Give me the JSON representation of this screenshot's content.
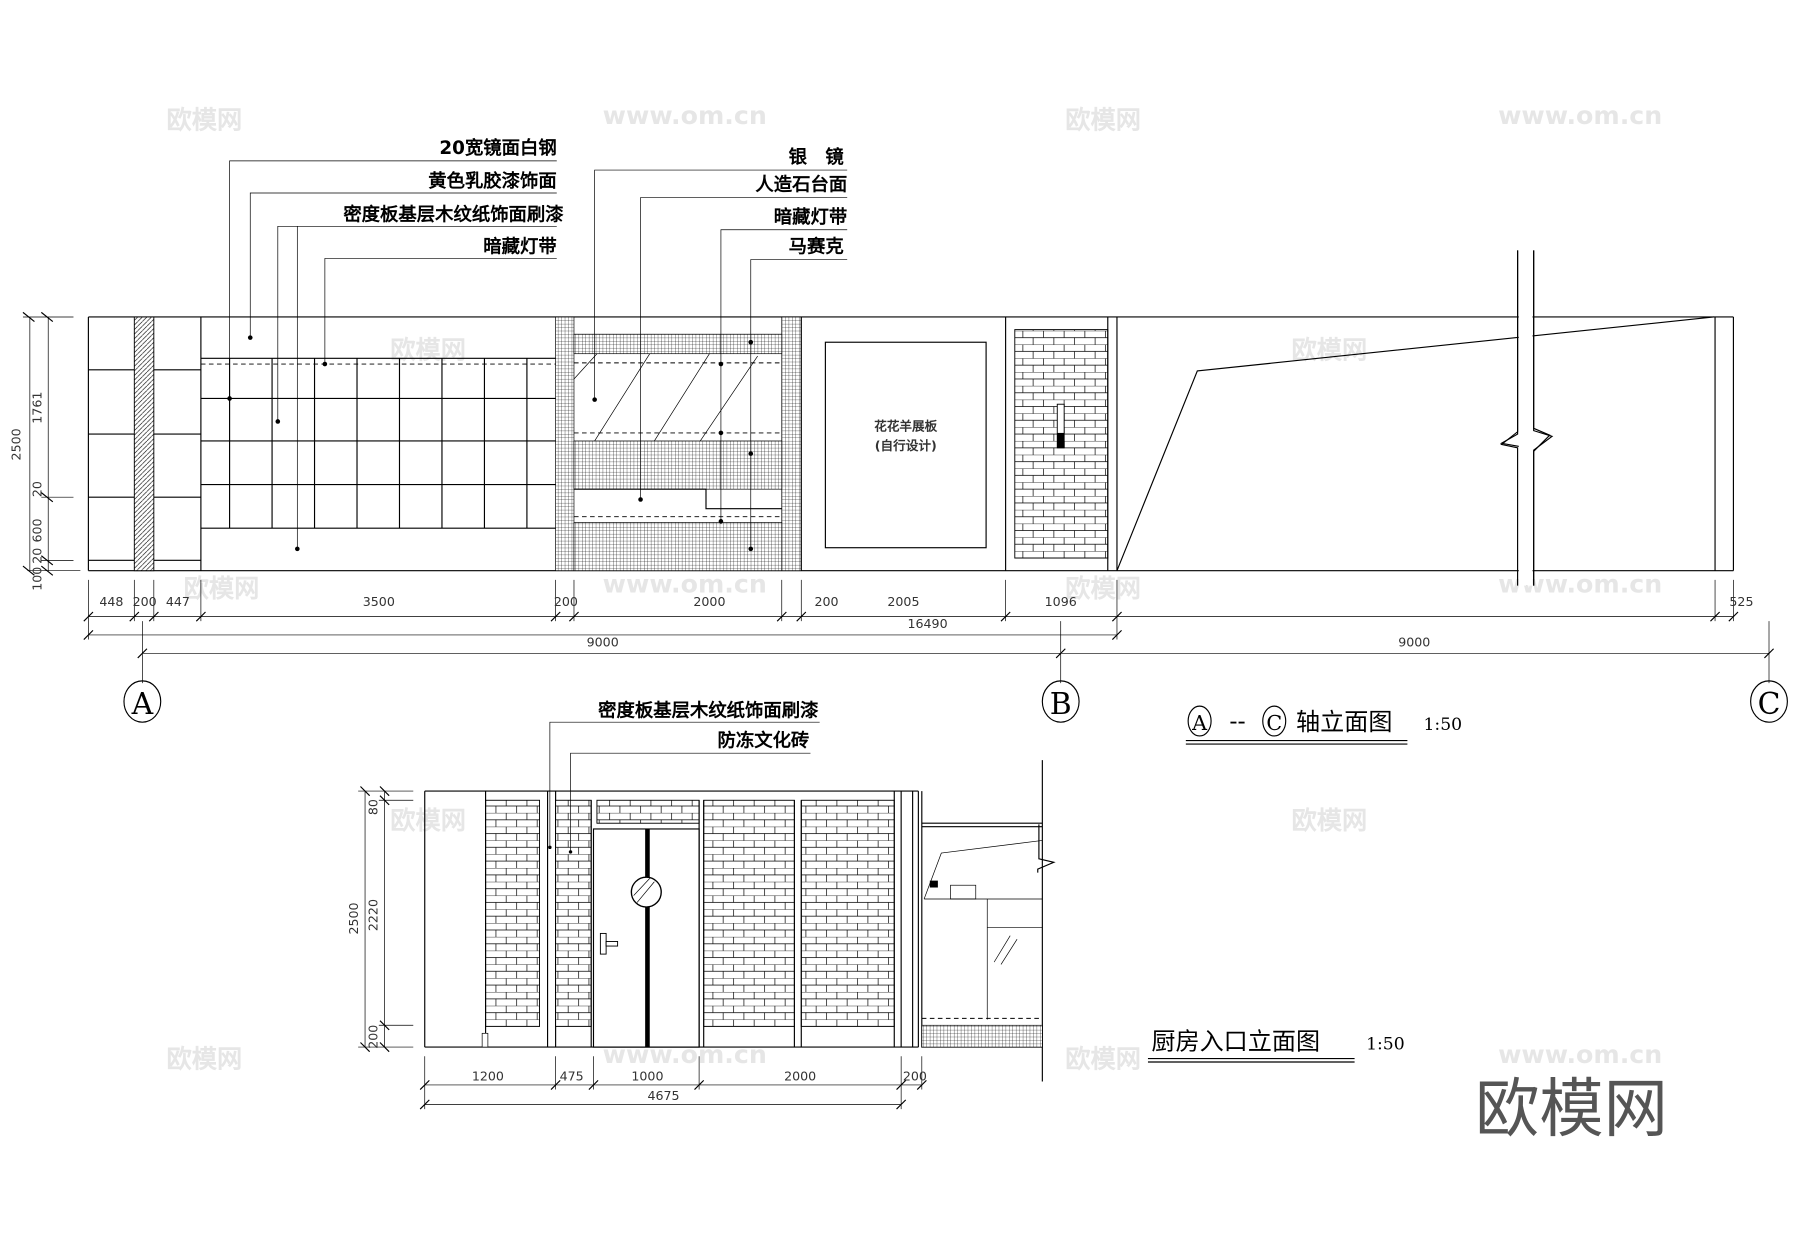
{
  "elevation_ac": {
    "title_axis_from": "A",
    "title_sep": "--",
    "title_axis_to": "C",
    "title": "轴立面图",
    "scale": "1:50",
    "labels_left": [
      "20宽镜面白钢",
      "黄色乳胶漆饰面",
      "密度板基层木纹纸饰面刷漆",
      "暗藏灯带"
    ],
    "labels_right": [
      "银　镜",
      "人造石台面",
      "暗藏灯带",
      "马赛克"
    ],
    "panel_text": [
      "花花羊展板",
      "(自行设计)"
    ],
    "dims_row1": [
      "448",
      "200",
      "447",
      "3500",
      "200",
      "2000",
      "200",
      "2005",
      "1096",
      "525"
    ],
    "dim_total": "16490",
    "dims_axis": [
      "9000",
      "9000"
    ],
    "dims_vertical": [
      "2500",
      "1761",
      "20",
      "600",
      "20",
      "100"
    ],
    "axes": [
      "A",
      "B",
      "C"
    ]
  },
  "elevation_kitchen": {
    "title": "厨房入口立面图",
    "scale": "1:50",
    "labels": [
      "密度板基层木纹纸饰面刷漆",
      "防冻文化砖"
    ],
    "dims_row1": [
      "1200",
      "475",
      "1000",
      "2000",
      "200"
    ],
    "dim_total": "4675",
    "dims_vertical": [
      "2500",
      "80",
      "2220",
      "200"
    ]
  },
  "watermark": {
    "logo": "欧模网",
    "url": "www.om.cn"
  }
}
